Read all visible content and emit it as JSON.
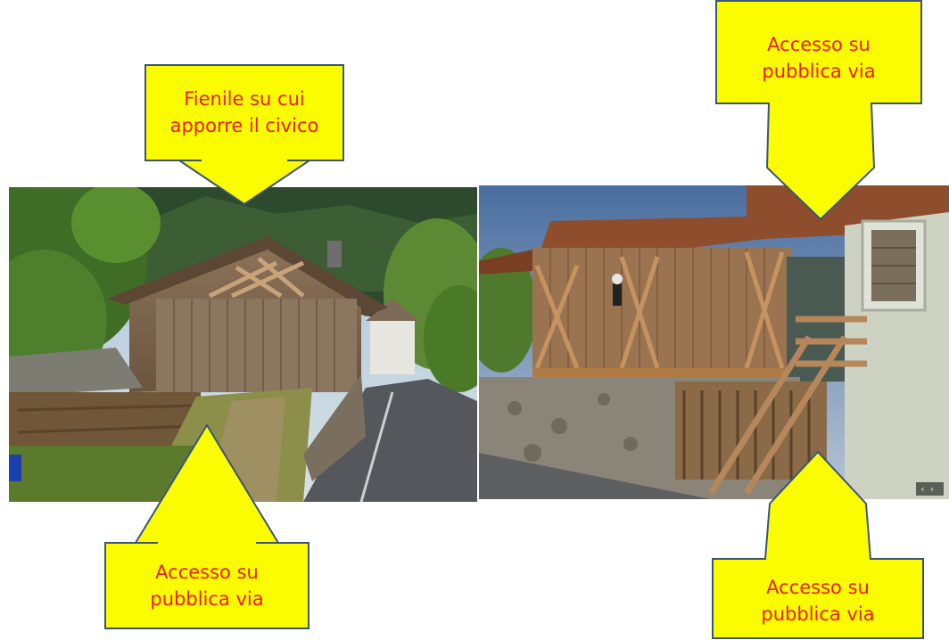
{
  "callouts": {
    "top_left": {
      "line1": "Fienile su cui",
      "line2": "apporre il civico"
    },
    "bottom_left": {
      "line1": "Accesso su",
      "line2": "pubblica via"
    },
    "top_right": {
      "line1": "Accesso su",
      "line2": "pubblica via"
    },
    "bottom_right": {
      "line1": "Accesso su",
      "line2": "pubblica via"
    }
  },
  "photos": {
    "left": {
      "subject": "wooden-barn-street-view"
    },
    "right": {
      "subject": "wooden-barn-stairs-street-view"
    }
  },
  "viewer": {
    "nav_prev": "‹",
    "nav_next": "›"
  },
  "colors": {
    "callout_fill": "#fcfc00",
    "callout_border": "#3b5575",
    "callout_text": "#e8200e"
  }
}
